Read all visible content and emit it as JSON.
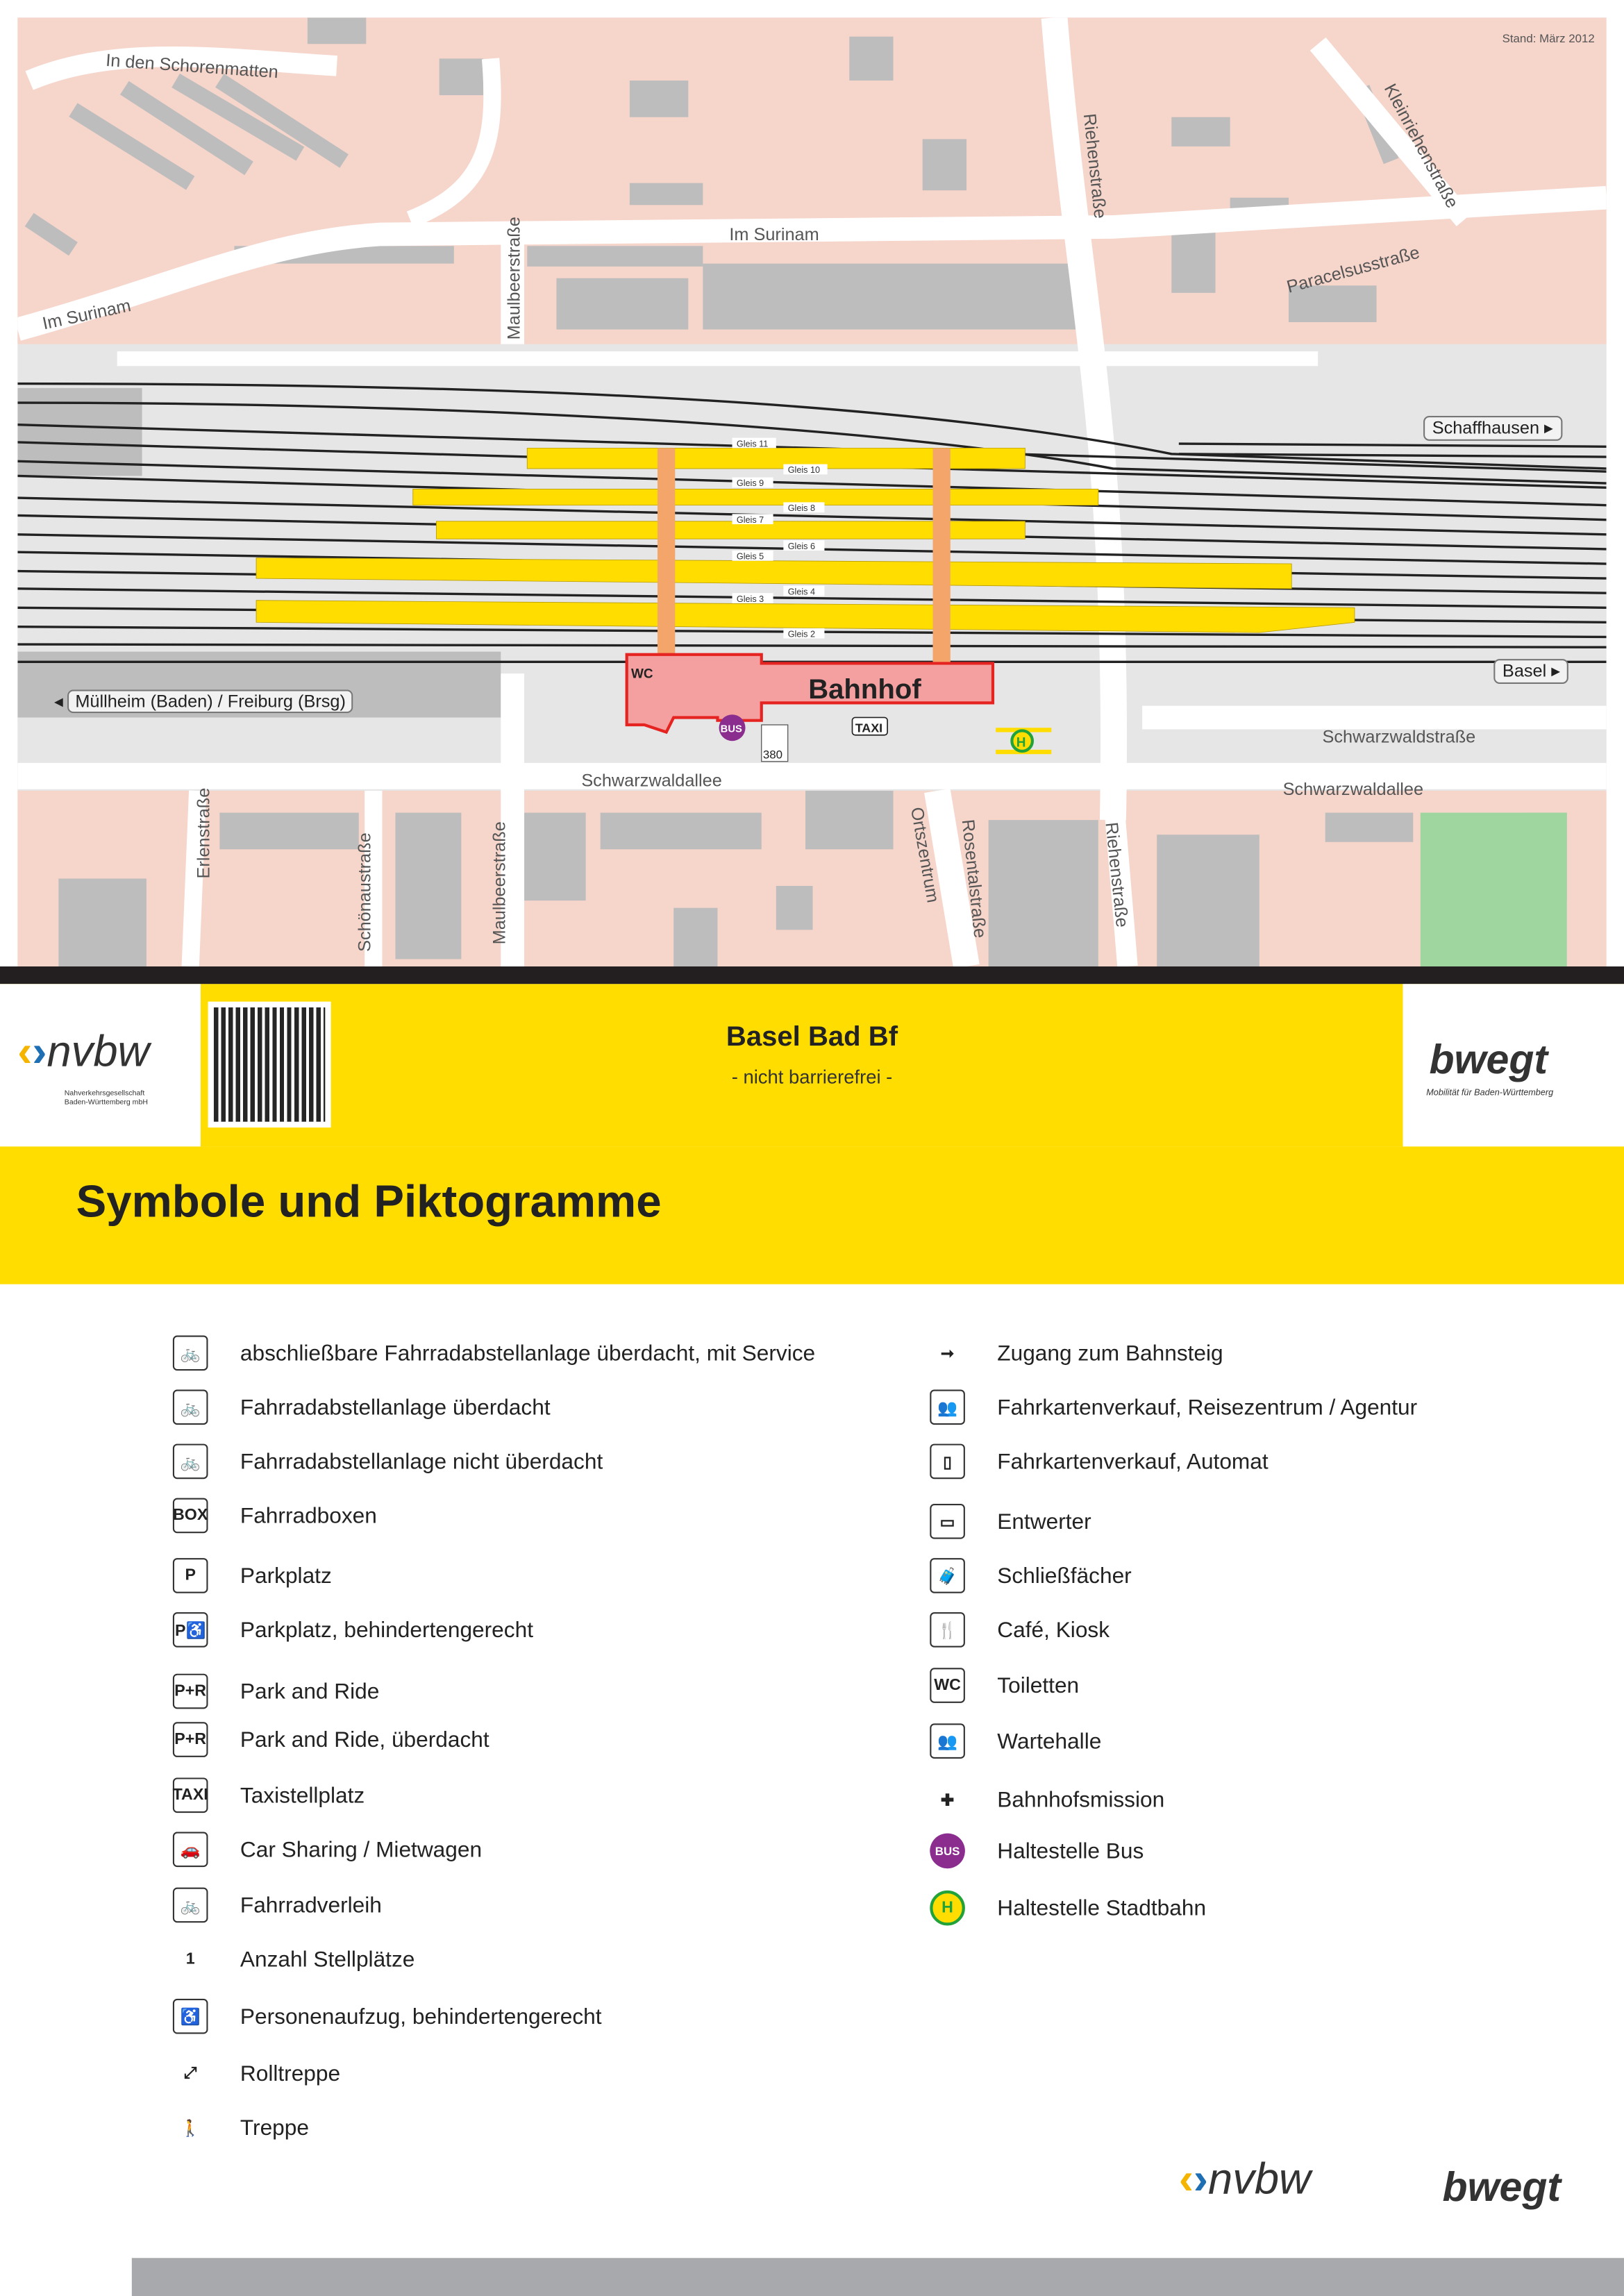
{
  "map": {
    "stand": "Stand: März 2012",
    "streets": [
      "In den Schorenmatten",
      "Im Surinam",
      "Im Surinam",
      "Maulbeerstraße",
      "Riehenstraße",
      "Kleinriehenstraße",
      "Paracelsusstraße",
      "Schwarzwaldallee",
      "Schwarzwaldstraße",
      "Schwarzwaldallee",
      "Erlenstraße",
      "Schönaustraße",
      "Maulbeerstraße",
      "Rosentalstraße",
      "Riehenstraße",
      "Ortszentrum"
    ],
    "directions": {
      "schaffhausen": "Schaffhausen",
      "basel": "Basel",
      "muellheim": "Müllheim (Baden) / Freiburg (Brsg)"
    },
    "tracks": [
      "Gleis 11",
      "Gleis 10",
      "Gleis 9",
      "Gleis 8",
      "Gleis 7",
      "Gleis 6",
      "Gleis 5",
      "Gleis 4",
      "Gleis 3",
      "Gleis 2"
    ],
    "station": "Bahnhof",
    "wc": "WC",
    "bus": "BUS",
    "taxi": "TAXI",
    "bike_count": "380",
    "tram": "H",
    "colors": {
      "platform": "#ffdd00",
      "walkway": "#f4a56a",
      "station": "#f4a0a0",
      "station_border": "#e52421",
      "bus": "#8b2c8f",
      "tram": "#22a33a"
    }
  },
  "header": {
    "title": "Basel Bad Bf",
    "subtitle": "- nicht barrierefrei -",
    "logo_left": "nvbw",
    "logo_left_sub": "Nahverkehrsgesellschaft Baden-Württemberg mbH",
    "logo_right": "bwegt",
    "logo_right_sub": "Mobilität für Baden-Württemberg"
  },
  "legend": {
    "title": "Symbole und Piktogramme",
    "left": [
      {
        "icon": "bike-service-icon",
        "sym": "🚲",
        "label": "abschließbare Fahrradabstellanlage überdacht, mit Service"
      },
      {
        "icon": "bike-covered-icon",
        "sym": "🚲",
        "label": "Fahrradabstellanlage überdacht"
      },
      {
        "icon": "bike-icon",
        "sym": "🚲",
        "label": "Fahrradabstellanlage nicht überdacht"
      },
      {
        "icon": "bike-box-icon",
        "sym": "BOX",
        "label": "Fahrradboxen"
      },
      {
        "icon": "parking-icon",
        "sym": "P",
        "label": "Parkplatz"
      },
      {
        "icon": "parking-accessible-icon",
        "sym": "P♿",
        "label": "Parkplatz, behindertengerecht"
      },
      {
        "icon": "park-and-ride-icon",
        "sym": "P+R",
        "label": "Park and Ride"
      },
      {
        "icon": "park-and-ride-covered-icon",
        "sym": "P+R",
        "label": "Park and Ride, überdacht"
      },
      {
        "icon": "taxi-icon",
        "sym": "TAXI",
        "label": "Taxistellplatz"
      },
      {
        "icon": "car-icon",
        "sym": "🚗",
        "label": "Car Sharing / Mietwagen"
      },
      {
        "icon": "bike-rental-icon",
        "sym": "🚲",
        "label": "Fahrradverleih"
      },
      {
        "icon": "count-icon",
        "sym": "1",
        "label": "Anzahl Stellplätze"
      },
      {
        "icon": "elevator-icon",
        "sym": "♿",
        "label": "Personenaufzug, behindertengerecht"
      },
      {
        "icon": "escalator-icon",
        "sym": "⤢",
        "label": "Rolltreppe"
      },
      {
        "icon": "stairs-icon",
        "sym": "🚶",
        "label": "Treppe"
      }
    ],
    "right": [
      {
        "icon": "arrow-right-icon",
        "sym": "➞",
        "label": "Zugang zum Bahnsteig"
      },
      {
        "icon": "ticket-office-icon",
        "sym": "👥",
        "label": "Fahrkartenverkauf, Reisezentrum / Agentur"
      },
      {
        "icon": "ticket-machine-icon",
        "sym": "▯",
        "label": "Fahrkartenverkauf, Automat"
      },
      {
        "icon": "validator-icon",
        "sym": "▭",
        "label": "Entwerter"
      },
      {
        "icon": "locker-icon",
        "sym": "🧳",
        "label": "Schließfächer"
      },
      {
        "icon": "cafe-icon",
        "sym": "🍴",
        "label": "Café, Kiosk"
      },
      {
        "icon": "wc-icon",
        "sym": "WC",
        "label": "Toiletten"
      },
      {
        "icon": "waiting-room-icon",
        "sym": "👥",
        "label": "Wartehalle"
      },
      {
        "icon": "mission-icon",
        "sym": "✚",
        "label": "Bahnhofsmission"
      },
      {
        "icon": "bus-stop-icon",
        "sym": "BUS",
        "label": "Haltestelle Bus"
      },
      {
        "icon": "tram-stop-icon",
        "sym": "H",
        "label": "Haltestelle Stadtbahn"
      }
    ]
  },
  "footer": {
    "logo_left": "nvbw",
    "logo_right": "bwegt"
  }
}
